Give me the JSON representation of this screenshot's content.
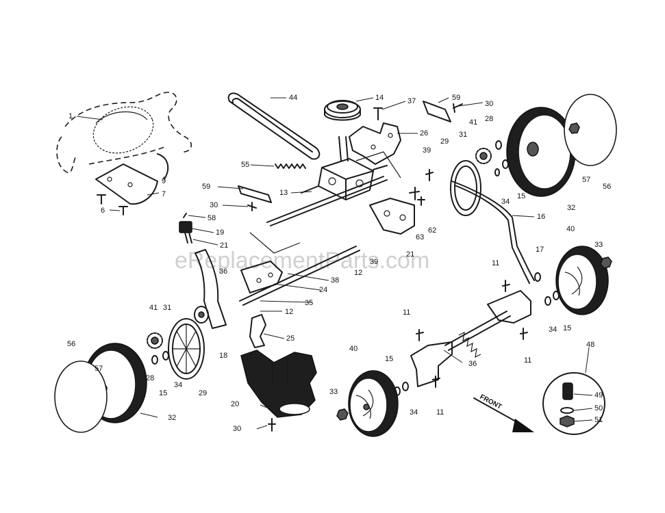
{
  "watermark": "eReplacementParts.com",
  "front_label": "FRONT",
  "callouts": [
    {
      "id": "c1",
      "text": "1"
    },
    {
      "id": "c9",
      "text": "9"
    },
    {
      "id": "c7",
      "text": "7"
    },
    {
      "id": "c6",
      "text": "6"
    },
    {
      "id": "c44",
      "text": "44"
    },
    {
      "id": "c14",
      "text": "14"
    },
    {
      "id": "c37",
      "text": "37"
    },
    {
      "id": "c59a",
      "text": "59"
    },
    {
      "id": "c30a",
      "text": "30"
    },
    {
      "id": "c26",
      "text": "26"
    },
    {
      "id": "c55",
      "text": "55"
    },
    {
      "id": "c59b",
      "text": "59"
    },
    {
      "id": "c13",
      "text": "13"
    },
    {
      "id": "c30b",
      "text": "30"
    },
    {
      "id": "c58",
      "text": "58"
    },
    {
      "id": "c19",
      "text": "19"
    },
    {
      "id": "c21a",
      "text": "21"
    },
    {
      "id": "c39",
      "text": "39"
    },
    {
      "id": "c29a",
      "text": "29"
    },
    {
      "id": "c31a",
      "text": "31"
    },
    {
      "id": "c41a",
      "text": "41"
    },
    {
      "id": "c28a",
      "text": "28"
    },
    {
      "id": "c34a",
      "text": "34"
    },
    {
      "id": "c15a",
      "text": "15"
    },
    {
      "id": "c32a",
      "text": "32"
    },
    {
      "id": "c57a",
      "text": "57"
    },
    {
      "id": "c56a",
      "text": "56"
    },
    {
      "id": "c16",
      "text": "16"
    },
    {
      "id": "c62",
      "text": "62"
    },
    {
      "id": "c63",
      "text": "63"
    },
    {
      "id": "c21b",
      "text": "21"
    },
    {
      "id": "c39b",
      "text": "39"
    },
    {
      "id": "c12a",
      "text": "12"
    },
    {
      "id": "c38",
      "text": "38"
    },
    {
      "id": "c24",
      "text": "24"
    },
    {
      "id": "c35",
      "text": "35"
    },
    {
      "id": "c12b",
      "text": "12"
    },
    {
      "id": "c36l",
      "text": "36"
    },
    {
      "id": "c11a",
      "text": "11"
    },
    {
      "id": "c40a",
      "text": "40"
    },
    {
      "id": "c33a",
      "text": "33"
    },
    {
      "id": "c17",
      "text": "17"
    },
    {
      "id": "c34b",
      "text": "34"
    },
    {
      "id": "c15b",
      "text": "15"
    },
    {
      "id": "c11b",
      "text": "11"
    },
    {
      "id": "c11c",
      "text": "11"
    },
    {
      "id": "c36",
      "text": "36"
    },
    {
      "id": "c48",
      "text": "48"
    },
    {
      "id": "c49",
      "text": "49"
    },
    {
      "id": "c50",
      "text": "50"
    },
    {
      "id": "c51",
      "text": "51"
    },
    {
      "id": "c41b",
      "text": "41"
    },
    {
      "id": "c31b",
      "text": "31"
    },
    {
      "id": "c18",
      "text": "18"
    },
    {
      "id": "c25",
      "text": "25"
    },
    {
      "id": "c56b",
      "text": "56"
    },
    {
      "id": "c57b",
      "text": "57"
    },
    {
      "id": "c28b",
      "text": "28"
    },
    {
      "id": "c15c",
      "text": "15"
    },
    {
      "id": "c34c",
      "text": "34"
    },
    {
      "id": "c29b",
      "text": "29"
    },
    {
      "id": "c32b",
      "text": "32"
    },
    {
      "id": "c20",
      "text": "20"
    },
    {
      "id": "c30c",
      "text": "30"
    },
    {
      "id": "c40b",
      "text": "40"
    },
    {
      "id": "c33b",
      "text": "33"
    },
    {
      "id": "c15d",
      "text": "15"
    },
    {
      "id": "c34d",
      "text": "34"
    },
    {
      "id": "c11d",
      "text": "11"
    }
  ]
}
